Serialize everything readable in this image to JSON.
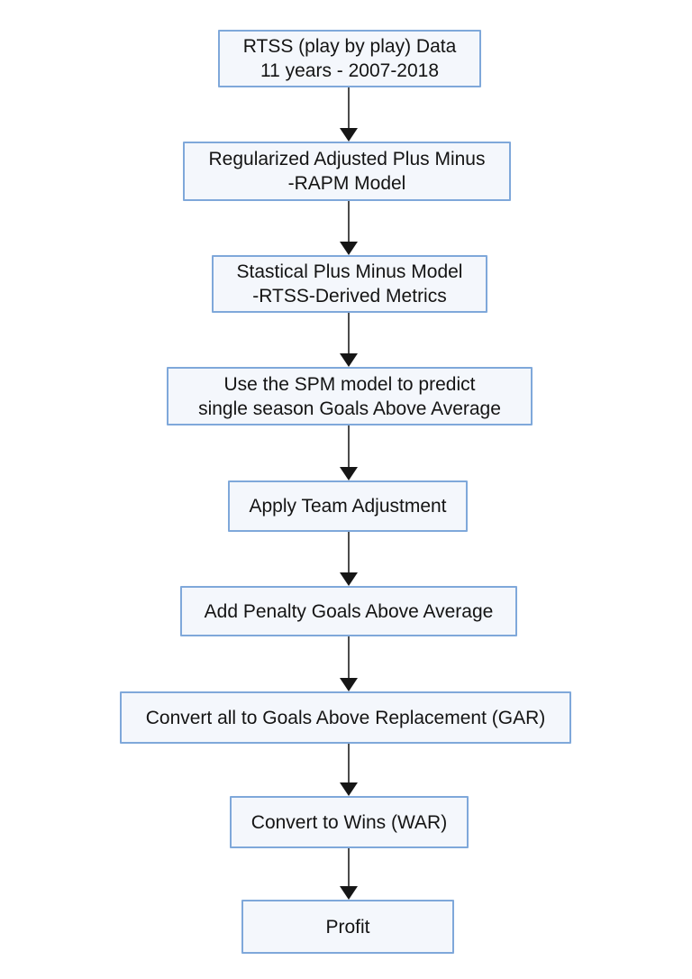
{
  "diagram": {
    "type": "flowchart",
    "direction": "top-to-bottom",
    "steps": [
      {
        "id": "rtss-data",
        "label": "RTSS (play by play) Data\n11 years - 2007-2018"
      },
      {
        "id": "rapm-model",
        "label": "Regularized Adjusted Plus Minus\n-RAPM Model"
      },
      {
        "id": "spm-model",
        "label": "Stastical Plus Minus Model\n-RTSS-Derived Metrics"
      },
      {
        "id": "spm-predict",
        "label": "Use the SPM model to predict\nsingle season Goals Above Average"
      },
      {
        "id": "team-adjustment",
        "label": "Apply Team Adjustment"
      },
      {
        "id": "penalty-goals",
        "label": "Add Penalty Goals Above Average"
      },
      {
        "id": "convert-gar",
        "label": "Convert all to Goals Above Replacement (GAR)"
      },
      {
        "id": "convert-war",
        "label": "Convert to Wins (WAR)"
      },
      {
        "id": "profit",
        "label": "Profit"
      }
    ],
    "connections": [
      {
        "from": "rtss-data",
        "to": "rapm-model"
      },
      {
        "from": "rapm-model",
        "to": "spm-model"
      },
      {
        "from": "spm-model",
        "to": "spm-predict"
      },
      {
        "from": "spm-predict",
        "to": "team-adjustment"
      },
      {
        "from": "team-adjustment",
        "to": "penalty-goals"
      },
      {
        "from": "penalty-goals",
        "to": "convert-gar"
      },
      {
        "from": "convert-gar",
        "to": "convert-war"
      },
      {
        "from": "convert-war",
        "to": "profit"
      }
    ]
  },
  "colors": {
    "background": "#ffffff",
    "box_border": "#7fa8da",
    "box_fill": "#f4f7fc",
    "text": "#141414",
    "arrow_line": "#4c4c4c",
    "arrow_head": "#161616"
  }
}
